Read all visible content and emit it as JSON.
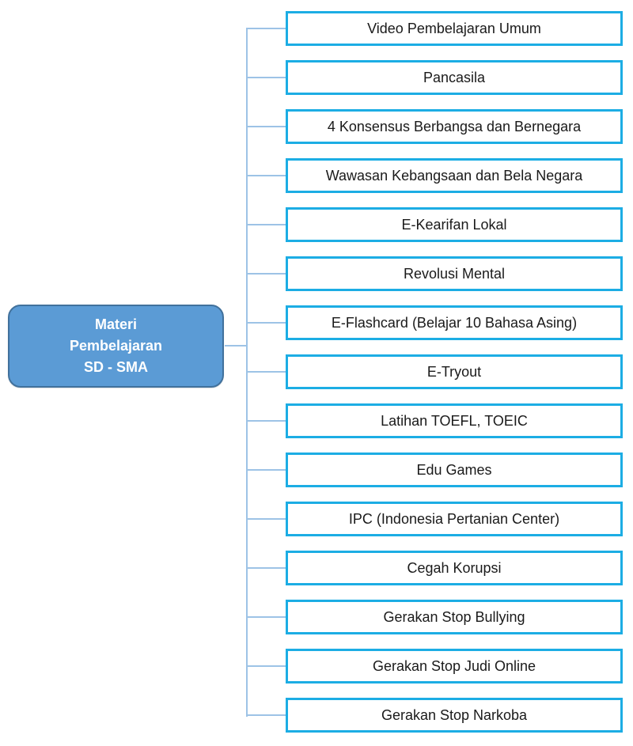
{
  "root": {
    "lines": [
      "Materi",
      "Pembelajaran",
      "SD - SMA"
    ]
  },
  "items": [
    "Video Pembelajaran Umum",
    "Pancasila",
    "4 Konsensus Berbangsa dan Bernegara",
    "Wawasan Kebangsaan dan Bela Negara",
    "E-Kearifan Lokal",
    "Revolusi Mental",
    "E-Flashcard (Belajar 10 Bahasa Asing)",
    "E-Tryout",
    "Latihan TOEFL, TOEIC",
    "Edu Games",
    "IPC (Indonesia Pertanian Center)",
    "Cegah Korupsi",
    "Gerakan Stop Bullying",
    "Gerakan Stop Judi Online",
    "Gerakan Stop Narkoba"
  ],
  "colors": {
    "root_fill": "#5B9BD5",
    "root_border": "#41719C",
    "root_text": "#FFFFFF",
    "item_border": "#1CADE4",
    "item_text": "#1A1A1A",
    "connector": "#9DC3E6",
    "canvas_bg": "#FFFFFF"
  }
}
